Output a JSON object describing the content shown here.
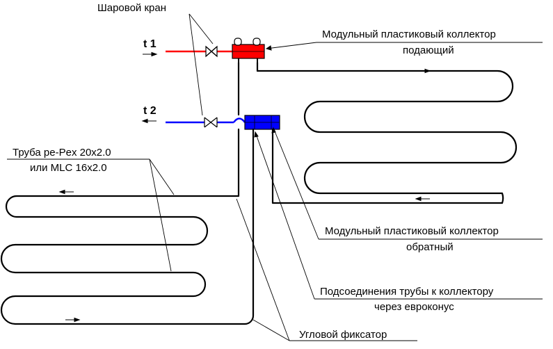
{
  "labels": {
    "ball_valve": "Шаровой кран",
    "supply_manifold_line1": "Модульный пластиковый коллектор",
    "supply_manifold_line2": "подающий",
    "return_manifold_line1": "Модульный пластиковый коллектор",
    "return_manifold_line2": "обратный",
    "pipe_line1": "Труба pe-Pex 20x2.0",
    "pipe_line2": "или MLC 16x2.0",
    "connection_line1": "Подсоединения трубы к коллектору",
    "connection_line2": "через евроконус",
    "corner_fixer": "Угловой фиксатор",
    "t1": "t 1",
    "t2": "t 2"
  },
  "colors": {
    "supply": "#ff0000",
    "return": "#0000ff",
    "pipe": "#000000"
  }
}
